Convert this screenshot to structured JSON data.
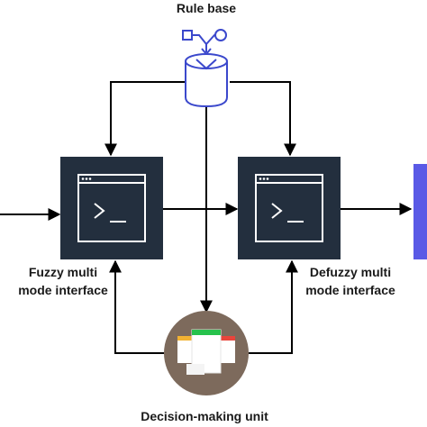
{
  "nodes": {
    "rule_base": {
      "label": "Rule base",
      "icon": "database-workflow-icon"
    },
    "fuzzy": {
      "label_line1": "Fuzzy multi",
      "label_line2": "mode interface",
      "icon": "terminal-window-icon"
    },
    "defuzzy": {
      "label_line1": "Defuzzy multi",
      "label_line2": "mode interface",
      "icon": "terminal-window-icon"
    },
    "decision": {
      "label": "Decision-making unit",
      "icon": "cards-circle-icon"
    }
  },
  "colors": {
    "box_fill": "#232f3e",
    "box_icon": "#ffffff",
    "db_stroke": "#3b48cc",
    "db_fill": "#ffffff",
    "output_bar": "#5a5ae6",
    "decision_circle": "#7d6a5c",
    "card_green": "#27c24c",
    "card_red": "#e8453c",
    "card_yellow": "#f2b233",
    "line": "#000000"
  }
}
